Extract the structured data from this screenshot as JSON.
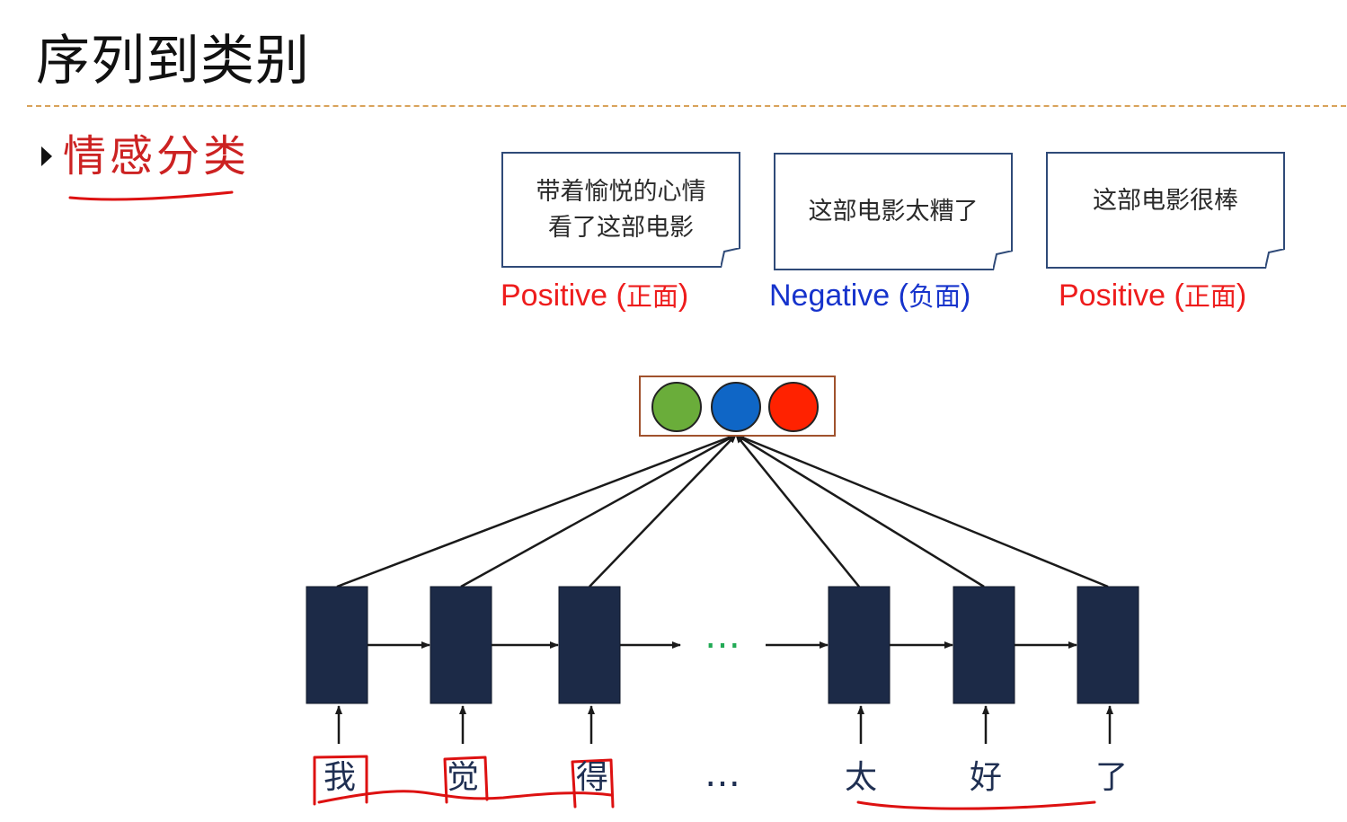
{
  "title": "序列到类别",
  "bullet": "情感分类",
  "examples": [
    {
      "lines": [
        "带着愉悦的心情",
        "看了这部电影"
      ],
      "label_en": "Positive",
      "label_cn": "正面",
      "color": "#ee1c1c"
    },
    {
      "lines": [
        "这部电影太糟了"
      ],
      "label_en": "Negative",
      "label_cn": "负面",
      "color": "#1633cc"
    },
    {
      "lines": [
        "这部电影很棒"
      ],
      "label_en": "Positive",
      "label_cn": "正面",
      "color": "#ee1c1c"
    }
  ],
  "output_circles": [
    {
      "color": "#6aad3a"
    },
    {
      "color": "#0f66c6"
    },
    {
      "color": "#ff2200"
    }
  ],
  "input_words": [
    "我",
    "觉",
    "得",
    "…",
    "太",
    "好",
    "了"
  ],
  "ellipsis": "…",
  "colors": {
    "rnn_cell": "#1c2a47",
    "annotation": "#dd1111",
    "ellipsis_mid": "#22aa55",
    "title_rule": "#d9a25a"
  }
}
